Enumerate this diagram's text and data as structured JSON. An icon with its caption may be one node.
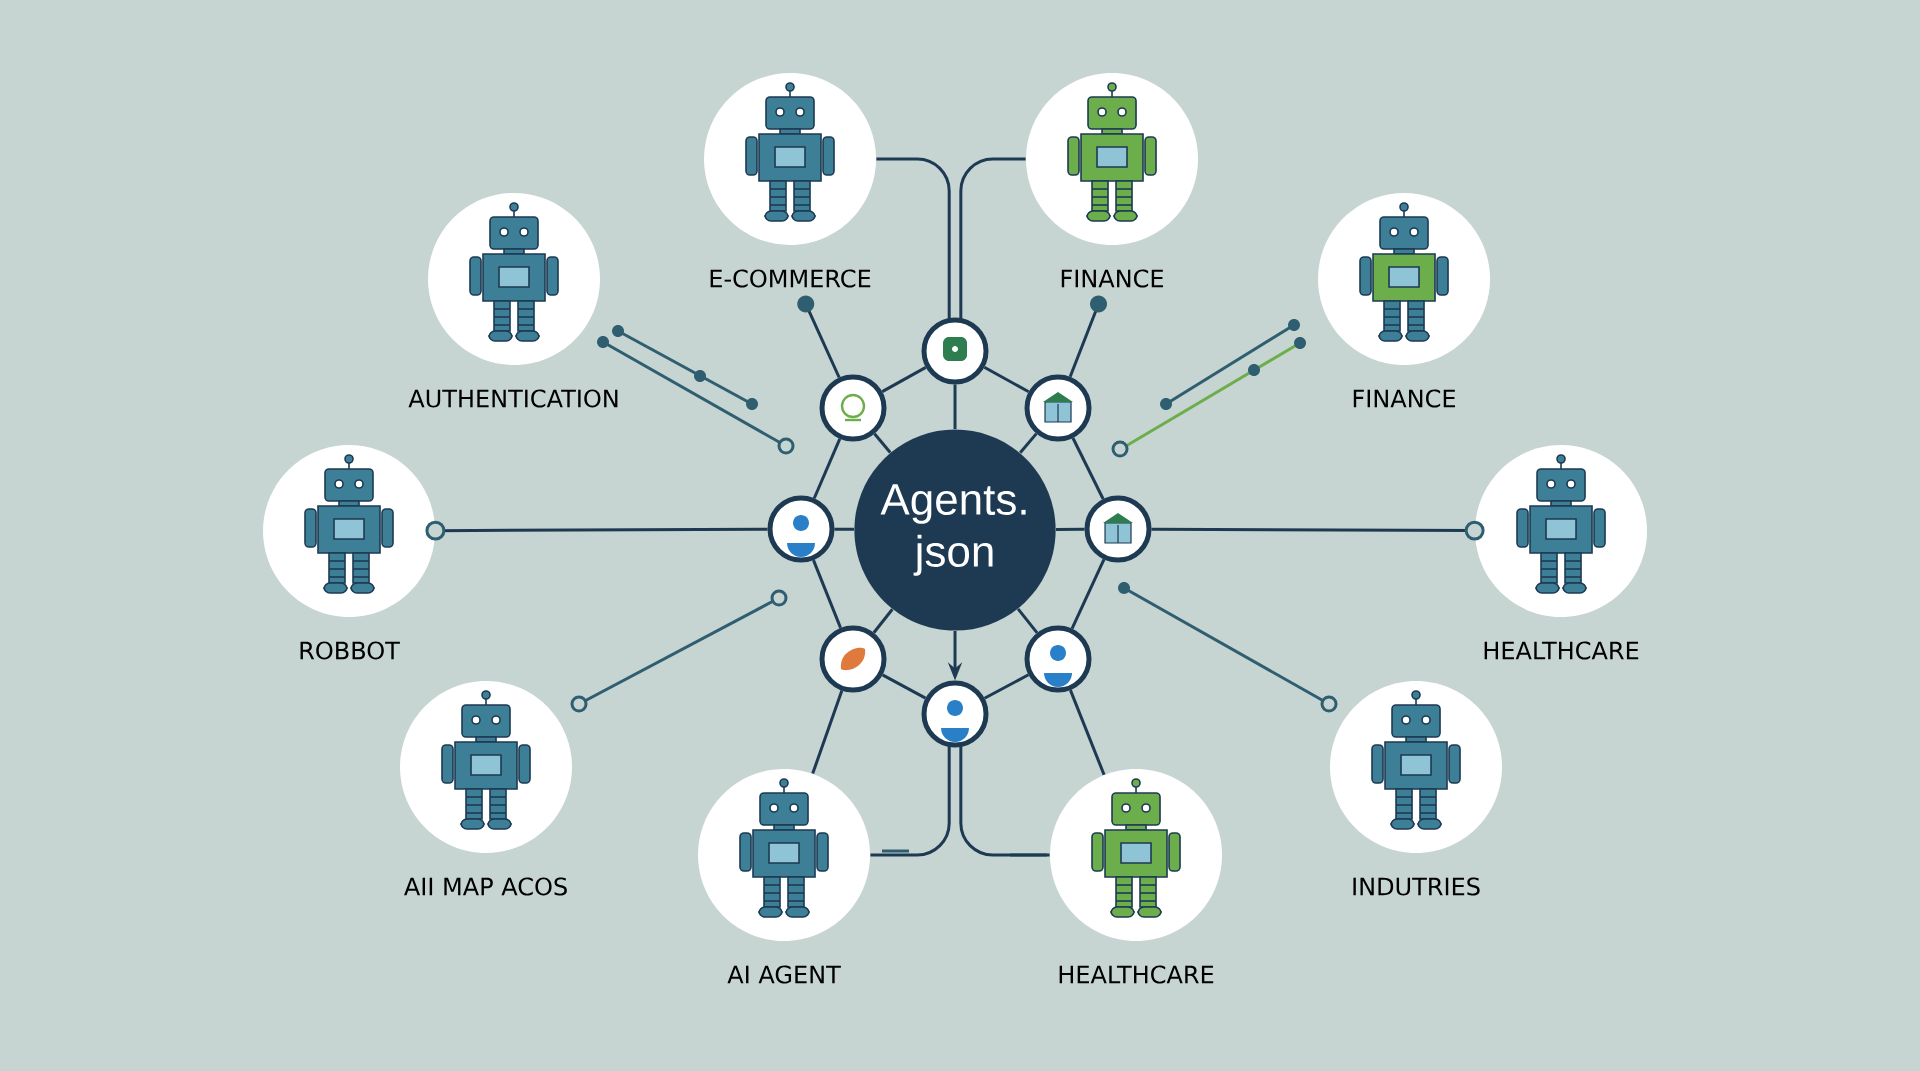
{
  "diagram": {
    "nodes": [
      {
        "text": [
          "Agents. json"
        ]
      },
      {
        "text": [],
        "shape": "circle"
      },
      {
        "text": [],
        "shape": "circle"
      },
      {
        "text": [],
        "shape": "circle"
      },
      {
        "text": [],
        "shape": "circle"
      },
      {
        "text": [],
        "shape": "circle"
      },
      {
        "text": [],
        "shape": "circle"
      },
      {
        "text": [],
        "shape": "circle"
      },
      {
        "text": [],
        "shape": "circle"
      },
      {
        "text": [
          "E-COMMERCE"
        ]
      },
      {
        "text": [
          "FINANCE"
        ]
      },
      {
        "text": [
          "AUTHENTICATION"
        ]
      },
      {
        "text": [
          "FINANCE"
        ]
      },
      {
        "text": [
          "ROBBOT"
        ]
      },
      {
        "text": [
          "HEALTHCARE"
        ]
      },
      {
        "text": [
          "AII MAP ACOS"
        ]
      },
      {
        "text": [
          "INDUTRIES"
        ]
      },
      {
        "text": [
          "AI AGENT"
        ]
      },
      {
        "text": [
          "HEALTHCARE"
        ]
      }
    ],
    "edges": [
      {
        "from": 0,
        "to": 1,
        "arrow": "none"
      },
      {
        "from": 0,
        "to": 2,
        "arrow": "none"
      },
      {
        "from": 0,
        "to": 3,
        "arrow": "none"
      },
      {
        "from": 0,
        "to": 4,
        "arrow": "none"
      },
      {
        "from": 0,
        "to": 5,
        "arrow": "none"
      },
      {
        "from": 0,
        "to": 6,
        "arrow": "none"
      },
      {
        "from": 0,
        "to": 7,
        "arrow": "none"
      },
      {
        "from": 0,
        "to": 8,
        "arrow": "to"
      },
      {
        "from": 1,
        "to": 2,
        "arrow": "none"
      },
      {
        "from": 1,
        "to": 3,
        "arrow": "none"
      },
      {
        "from": 2,
        "to": 4,
        "arrow": "none"
      },
      {
        "from": 3,
        "to": 5,
        "arrow": "none"
      },
      {
        "from": 4,
        "to": 6,
        "arrow": "none"
      },
      {
        "from": 5,
        "to": 7,
        "arrow": "none"
      },
      {
        "from": 6,
        "to": 8,
        "arrow": "none"
      },
      {
        "from": 7,
        "to": 8,
        "arrow": "none"
      },
      {
        "from": 1,
        "to": 9,
        "arrow": "none"
      },
      {
        "from": 1,
        "to": 10,
        "arrow": "none"
      },
      {
        "from": 8,
        "to": 17,
        "arrow": "none"
      },
      {
        "from": 8,
        "to": 18,
        "arrow": "none"
      },
      {
        "from": 2,
        "to": 9,
        "arrow": "other"
      },
      {
        "from": 3,
        "to": 10,
        "arrow": "other"
      },
      {
        "from": 4,
        "to": 13,
        "arrow": "other"
      },
      {
        "from": 5,
        "to": 14,
        "arrow": "other"
      },
      {
        "from": 6,
        "to": 17,
        "arrow": "none"
      },
      {
        "from": 7,
        "to": 18,
        "arrow": "none"
      }
    ]
  }
}
